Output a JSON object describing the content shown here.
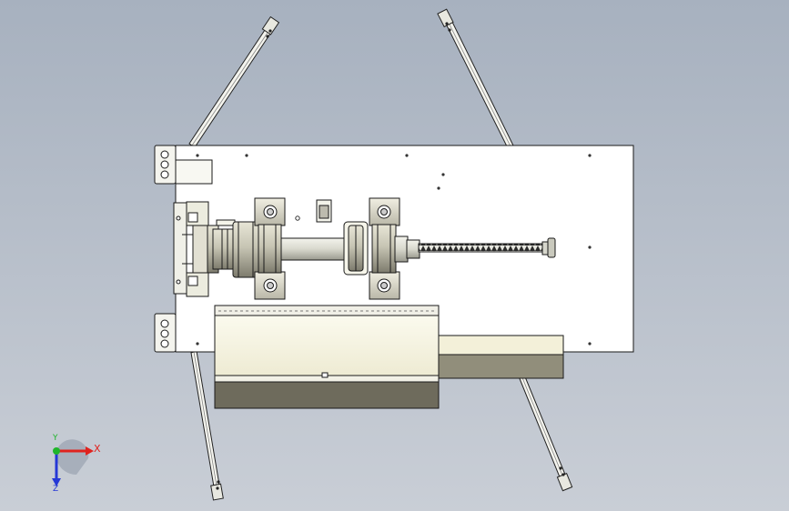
{
  "triad": {
    "x_label": "X",
    "y_label": "Y",
    "z_label": "Z",
    "x_color": "#e0231f",
    "y_color": "#1fb52a",
    "z_color": "#2538d6"
  },
  "colors": {
    "background_top": "#a7b1bf",
    "background_bottom": "#c9ced6",
    "plate": "#ffffff",
    "outline": "#1a1a1a",
    "housing_light": "#f8f6e3",
    "housing_dark": "#6e6b5c",
    "shaft": "#d9d9cf"
  }
}
